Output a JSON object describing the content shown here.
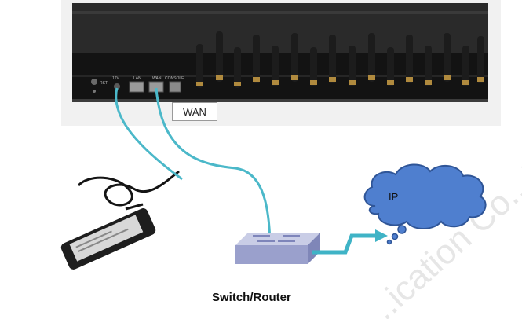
{
  "device": {
    "port_labels": {
      "rst": "RST",
      "power": "12V",
      "lan": "LAN",
      "wan": "WAN",
      "console": "CONSOLE"
    }
  },
  "labels": {
    "wan": "WAN",
    "ip": "IP",
    "switch_router": "Switch/Router"
  },
  "watermark": "...ication Co., Ltd.",
  "colors": {
    "cable": "#4bb8c9",
    "cloud_fill": "#4f7fcf",
    "cloud_stroke": "#2f5597",
    "arrow": "#3fb3c6",
    "chassis": "#161616"
  }
}
